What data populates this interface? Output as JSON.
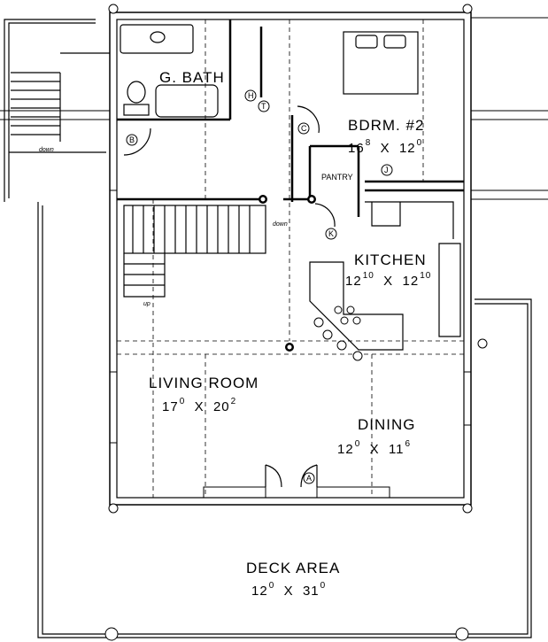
{
  "rooms": {
    "g_bath": {
      "name": "G. BATH"
    },
    "bdrm2": {
      "name": "BDRM. #2",
      "w_ft": "16",
      "w_in": "8",
      "sep": "X",
      "d_ft": "12",
      "d_in": "0"
    },
    "pantry": {
      "name": "PANTRY"
    },
    "kitchen": {
      "name": "KITCHEN",
      "w_ft": "12",
      "w_in": "10",
      "sep": "X",
      "d_ft": "12",
      "d_in": "10"
    },
    "living": {
      "name": "LIVING ROOM",
      "w_ft": "17",
      "w_in": "0",
      "sep": "X",
      "d_ft": "20",
      "d_in": "2"
    },
    "dining": {
      "name": "DINING",
      "w_ft": "12",
      "w_in": "0",
      "sep": "X",
      "d_ft": "11",
      "d_in": "6"
    },
    "deck": {
      "name": "DECK AREA",
      "w_ft": "12",
      "w_in": "0",
      "sep": "X",
      "d_ft": "31",
      "d_in": "0"
    }
  },
  "tags": {
    "a": "A",
    "b": "B",
    "c": "C",
    "h": "H",
    "j": "J",
    "k": "K",
    "t": "T"
  },
  "stair_notes": {
    "down_left": "down",
    "down_center": "down",
    "up": "up"
  },
  "colors": {
    "line": "#000000",
    "background": "#ffffff"
  }
}
